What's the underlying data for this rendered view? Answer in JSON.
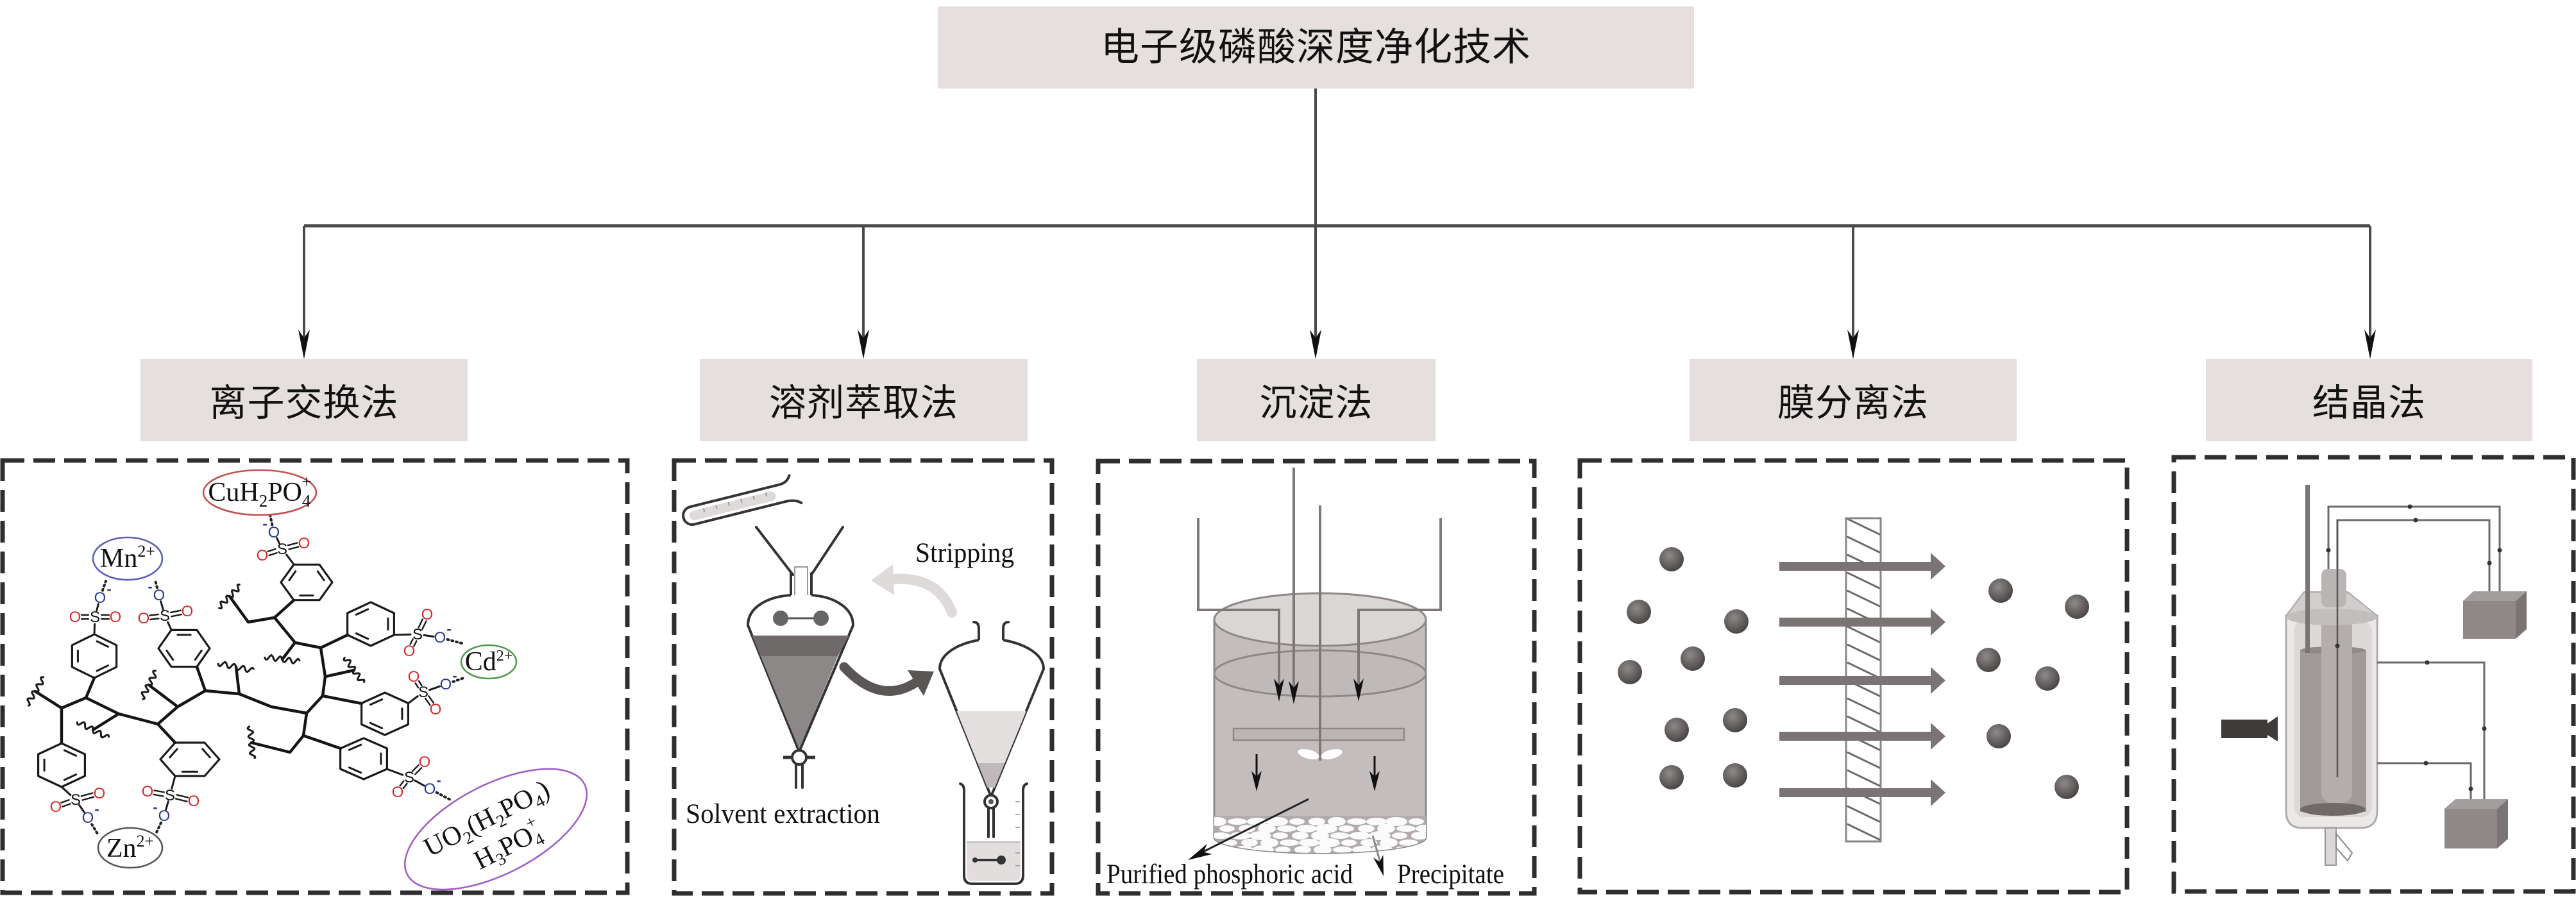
{
  "title": "电子级磷酸深度净化技术",
  "methods": [
    {
      "label": "离子交换法"
    },
    {
      "label": "溶剂萃取法"
    },
    {
      "label": "沉淀法"
    },
    {
      "label": "膜分离法"
    },
    {
      "label": "结晶法"
    }
  ],
  "ion_exchange": {
    "atoms": {
      "sulfur": "S",
      "oxygen": "O",
      "charge": "-"
    },
    "ions": {
      "cu": [
        "CuH",
        "2",
        "PO",
        "4",
        "+"
      ],
      "mn": [
        "Mn",
        "2+"
      ],
      "cd": [
        "Cd",
        "2+"
      ],
      "zn": [
        "Zn",
        "2+"
      ],
      "uo2_line1": [
        "UO",
        "2",
        "(H",
        "2",
        "PO",
        "4",
        ")"
      ],
      "uo2_line2": [
        "H",
        "3",
        "PO",
        "4",
        "+"
      ]
    }
  },
  "solvent_extraction": {
    "stripping_label": "Stripping",
    "extraction_label": "Solvent extraction"
  },
  "precipitation": {
    "product_label": "Purified phosphoric acid",
    "precipitate_label": "Precipitate"
  },
  "colors": {
    "ion_cu": "#c0504d",
    "ion_mn": "#5b5fb5",
    "ion_cd": "#4f9a4f",
    "ion_zn": "#555555",
    "ion_uo2": "#a35fc4",
    "oxo_oxygen": "#d62b2b",
    "anion_oxygen": "#2b3a8f"
  }
}
